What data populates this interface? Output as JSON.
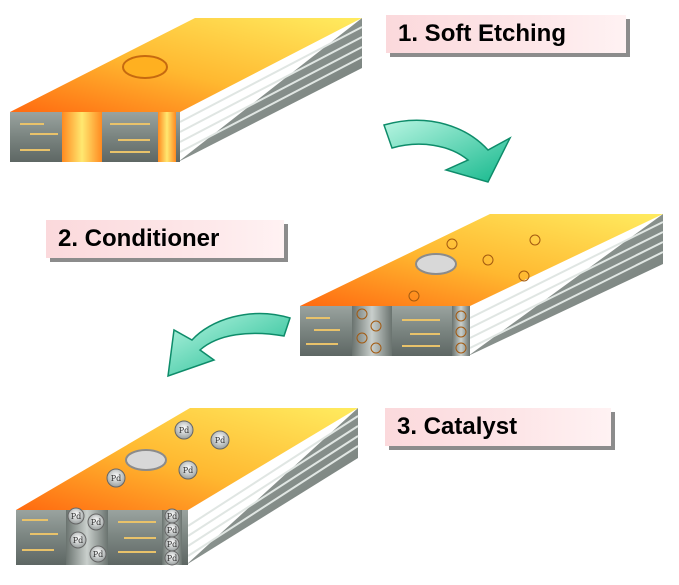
{
  "steps": [
    {
      "label": "1. Soft Etching"
    },
    {
      "label": "2. Conditioner"
    },
    {
      "label": "3. Catalyst"
    }
  ],
  "markers": {
    "catalyst": "Pd"
  },
  "colors": {
    "board_top_light": "#ffe14a",
    "board_top_dark": "#ff7a1a",
    "layer_grey": "#8e9894",
    "arrow_teal": "#2ec8a0",
    "label_bg": "#fbd9dc",
    "label_shadow": "#8c8c8c"
  }
}
